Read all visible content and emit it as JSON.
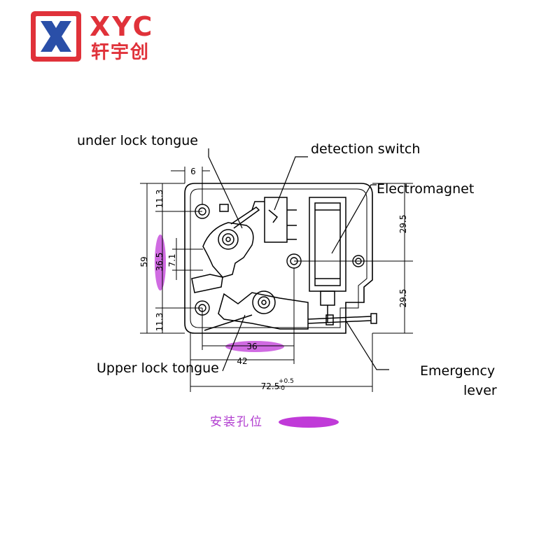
{
  "logo": {
    "brand": "XYC",
    "brand_cn": "轩宇创",
    "accent_color": "#e0323a",
    "emblem_color": "#2a4fa8",
    "icon": "xyc-emblem-icon"
  },
  "labels": {
    "under_lock_tongue": "under lock tongue",
    "detection_switch": "detection switch",
    "electromagnet": "Electromagnet",
    "upper_lock_tongue": "Upper lock tongue",
    "emergency": "Emergency",
    "lever": "lever"
  },
  "dimensions": {
    "top_offset": "6",
    "left_top_height": "11.3",
    "left_bottom_height": "11.3",
    "overall_height": "59",
    "hole_spacing_vertical": "36.5",
    "tongue_gap": "7.1",
    "right_upper": "29.5",
    "right_lower": "29.5",
    "hole_spacing_horizontal": "36",
    "width_42": "42",
    "overall_width": "72.5",
    "tolerance_plus": "+0.5",
    "tolerance_minus": "-0"
  },
  "legend": {
    "mounting_holes_text": "安装孔位",
    "highlight_color": "#c03ad8"
  }
}
